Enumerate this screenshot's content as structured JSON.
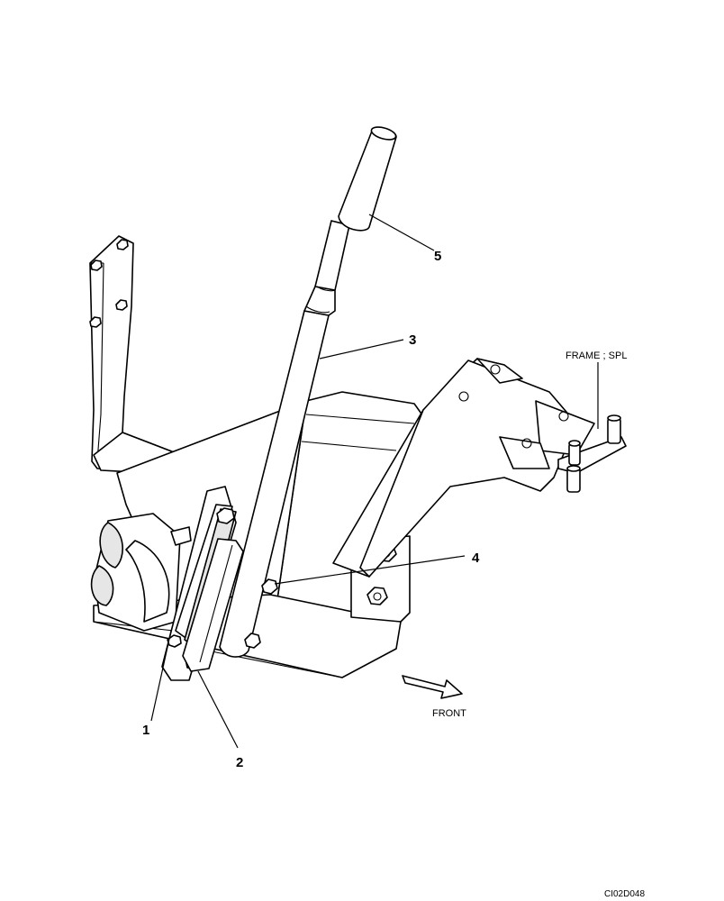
{
  "callouts": {
    "c1": "1",
    "c2": "2",
    "c3": "3",
    "c4": "4",
    "c5": "5"
  },
  "labels": {
    "frame": "FRAME ; SPL",
    "front": "FRONT"
  },
  "figure_id": "CI02D048",
  "colors": {
    "line": "#000000",
    "background": "#ffffff"
  }
}
